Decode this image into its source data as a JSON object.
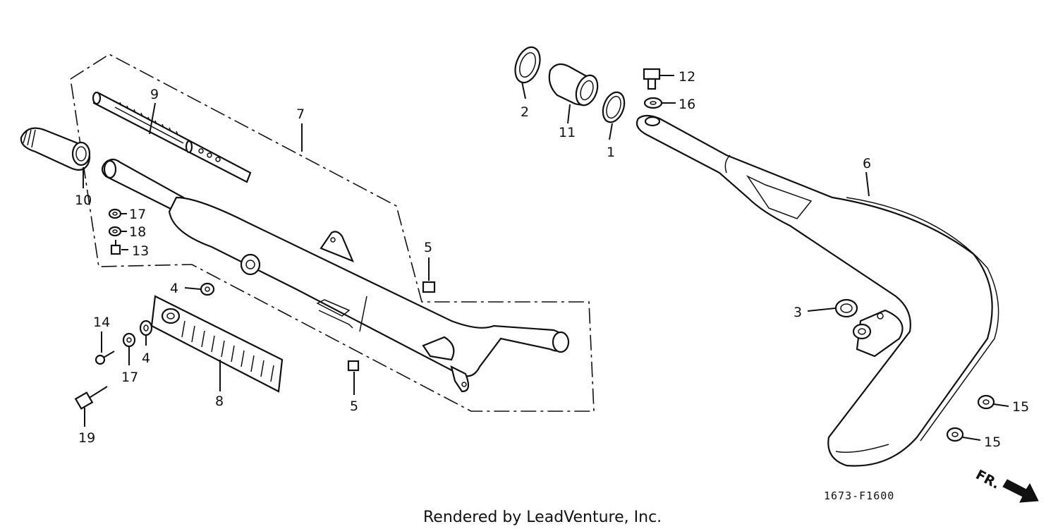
{
  "callouts": [
    {
      "id": "c1",
      "text": "1"
    },
    {
      "id": "c2",
      "text": "2"
    },
    {
      "id": "c3",
      "text": "3"
    },
    {
      "id": "c4a",
      "text": "4"
    },
    {
      "id": "c4b",
      "text": "4"
    },
    {
      "id": "c5a",
      "text": "5"
    },
    {
      "id": "c5b",
      "text": "5"
    },
    {
      "id": "c6",
      "text": "6"
    },
    {
      "id": "c7",
      "text": "7"
    },
    {
      "id": "c8",
      "text": "8"
    },
    {
      "id": "c9",
      "text": "9"
    },
    {
      "id": "c10",
      "text": "10"
    },
    {
      "id": "c11",
      "text": "11"
    },
    {
      "id": "c12",
      "text": "12"
    },
    {
      "id": "c13",
      "text": "13"
    },
    {
      "id": "c14",
      "text": "14"
    },
    {
      "id": "c15a",
      "text": "15"
    },
    {
      "id": "c15b",
      "text": "15"
    },
    {
      "id": "c16",
      "text": "16"
    },
    {
      "id": "c17a",
      "text": "17"
    },
    {
      "id": "c17b",
      "text": "17"
    },
    {
      "id": "c18",
      "text": "18"
    },
    {
      "id": "c19",
      "text": "19"
    }
  ],
  "diagram_code": "1673-F1600",
  "direction_label": "FR.",
  "credit": "Rendered by LeadVenture, Inc."
}
